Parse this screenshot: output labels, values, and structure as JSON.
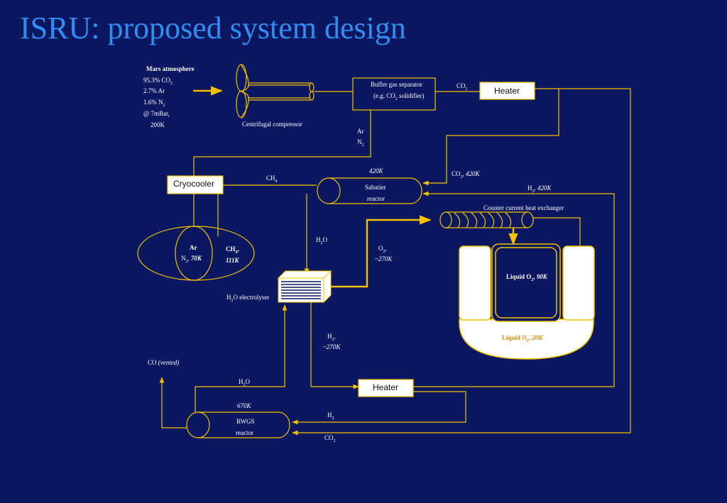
{
  "title": "ISRU: proposed system design",
  "colors": {
    "background": "#0b1760",
    "title": "#2f8ef0",
    "line": "#f2c200",
    "text": "#ffffff",
    "liquid_h2_text": "#e58a00"
  },
  "mars": {
    "heading": "Mars atmosphere",
    "co2_pre": "95.3% CO",
    "co2_sub": "2",
    "ar": "2.7% Ar",
    "n2_pre": "1.6% N",
    "n2_sub": "2",
    "pressure": "@ 7mBar,",
    "temp": "200K"
  },
  "compressor": {
    "label": "Centrifugal compressor"
  },
  "buffer": {
    "line1": "Buffer gas separator",
    "line2_pre": "(e.g. CO",
    "line2_sub": "2",
    "line2_post": " solidifier)"
  },
  "co2_top": {
    "pre": "CO",
    "sub": "2"
  },
  "heater_top": {
    "label": "Heater"
  },
  "ar_n2": {
    "ar": "Ar",
    "n2_pre": "N",
    "n2_sub": "2"
  },
  "cryocooler": {
    "label": "Cryocooler"
  },
  "ch4_line": {
    "pre": "CH",
    "sub": "4"
  },
  "sabatier": {
    "temp": "420K",
    "line1": "Sabatier",
    "line2": "reactor"
  },
  "co2_420": {
    "pre": "CO",
    "sub": "2",
    "post": ", ",
    "temp": "420K"
  },
  "h2_420": {
    "pre": "H",
    "sub": "2",
    "post": ", ",
    "temp": "420K"
  },
  "heat_exchanger": {
    "label": "Counter current heat exchanger"
  },
  "storage": {
    "ar": "Ar",
    "n2_pre": "N",
    "n2_sub": "2",
    "n2_post": ", ",
    "n2_temp": "70K",
    "ch4_pre": "CH",
    "ch4_sub": "4",
    "ch4_post": ",",
    "ch4_temp": "111K"
  },
  "h2o_top": {
    "pre": "H",
    "sub": "2",
    "post": "O"
  },
  "o2_270": {
    "pre": "O",
    "sub": "2",
    "post": ",",
    "temp": "~270K"
  },
  "liquid_o2": {
    "pre": "Liquid O",
    "sub": "2",
    "post": ", ",
    "temp": "90K"
  },
  "liquid_h2": {
    "pre": "Liquid ",
    "mid": "H",
    "sub": "2",
    "post": ", ",
    "temp": "20K"
  },
  "electrolyser": {
    "pre": "H",
    "sub": "2",
    "post": "O electrolyser"
  },
  "h2_270": {
    "pre": "H",
    "sub": "2",
    "post": ",",
    "temp": "~270K"
  },
  "co_vented": {
    "pre": "CO ",
    "italic": "(vented)"
  },
  "h2o_bottom": {
    "pre": "H",
    "sub": "2",
    "post": "O"
  },
  "heater_bottom": {
    "label": "Heater"
  },
  "rwgs": {
    "temp": "670K",
    "line1": "RWGS",
    "line2": "reactor"
  },
  "h2_bottom": {
    "pre": "H",
    "sub": "2"
  },
  "co2_bottom": {
    "pre": "CO",
    "sub": "2"
  }
}
